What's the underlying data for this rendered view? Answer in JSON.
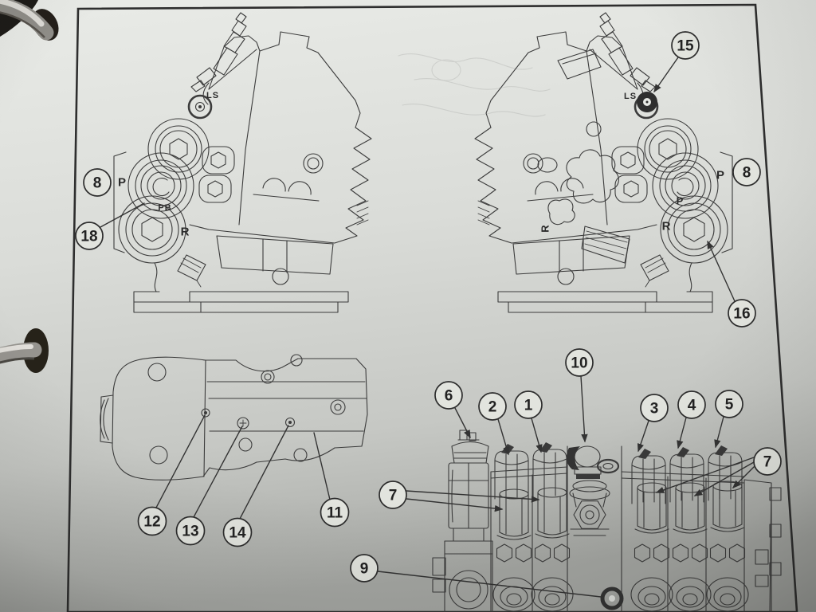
{
  "ports": {
    "side_left": {
      "ls": "LS",
      "p": "P",
      "pb": "PB",
      "r": "R"
    },
    "side_right": {
      "ls": "LS",
      "p": "P",
      "p2": "P",
      "r": "R",
      "r_cast": "R"
    }
  },
  "callouts": {
    "side_left": [
      "8",
      "18"
    ],
    "side_right": [
      "15",
      "8",
      "16"
    ],
    "top_view": [
      "12",
      "13",
      "14",
      "11"
    ],
    "valve_bank": [
      "6",
      "2",
      "1",
      "10",
      "3",
      "4",
      "5",
      "7",
      "7",
      "9"
    ]
  },
  "colors": {
    "paper_light": "#e7e9e5",
    "paper_dark": "#a8aaa6",
    "ink": "#3c3c3c",
    "frame": "#2e2e2e",
    "binder_metal": "#c9c7c2",
    "punch_hole": "#262219"
  }
}
